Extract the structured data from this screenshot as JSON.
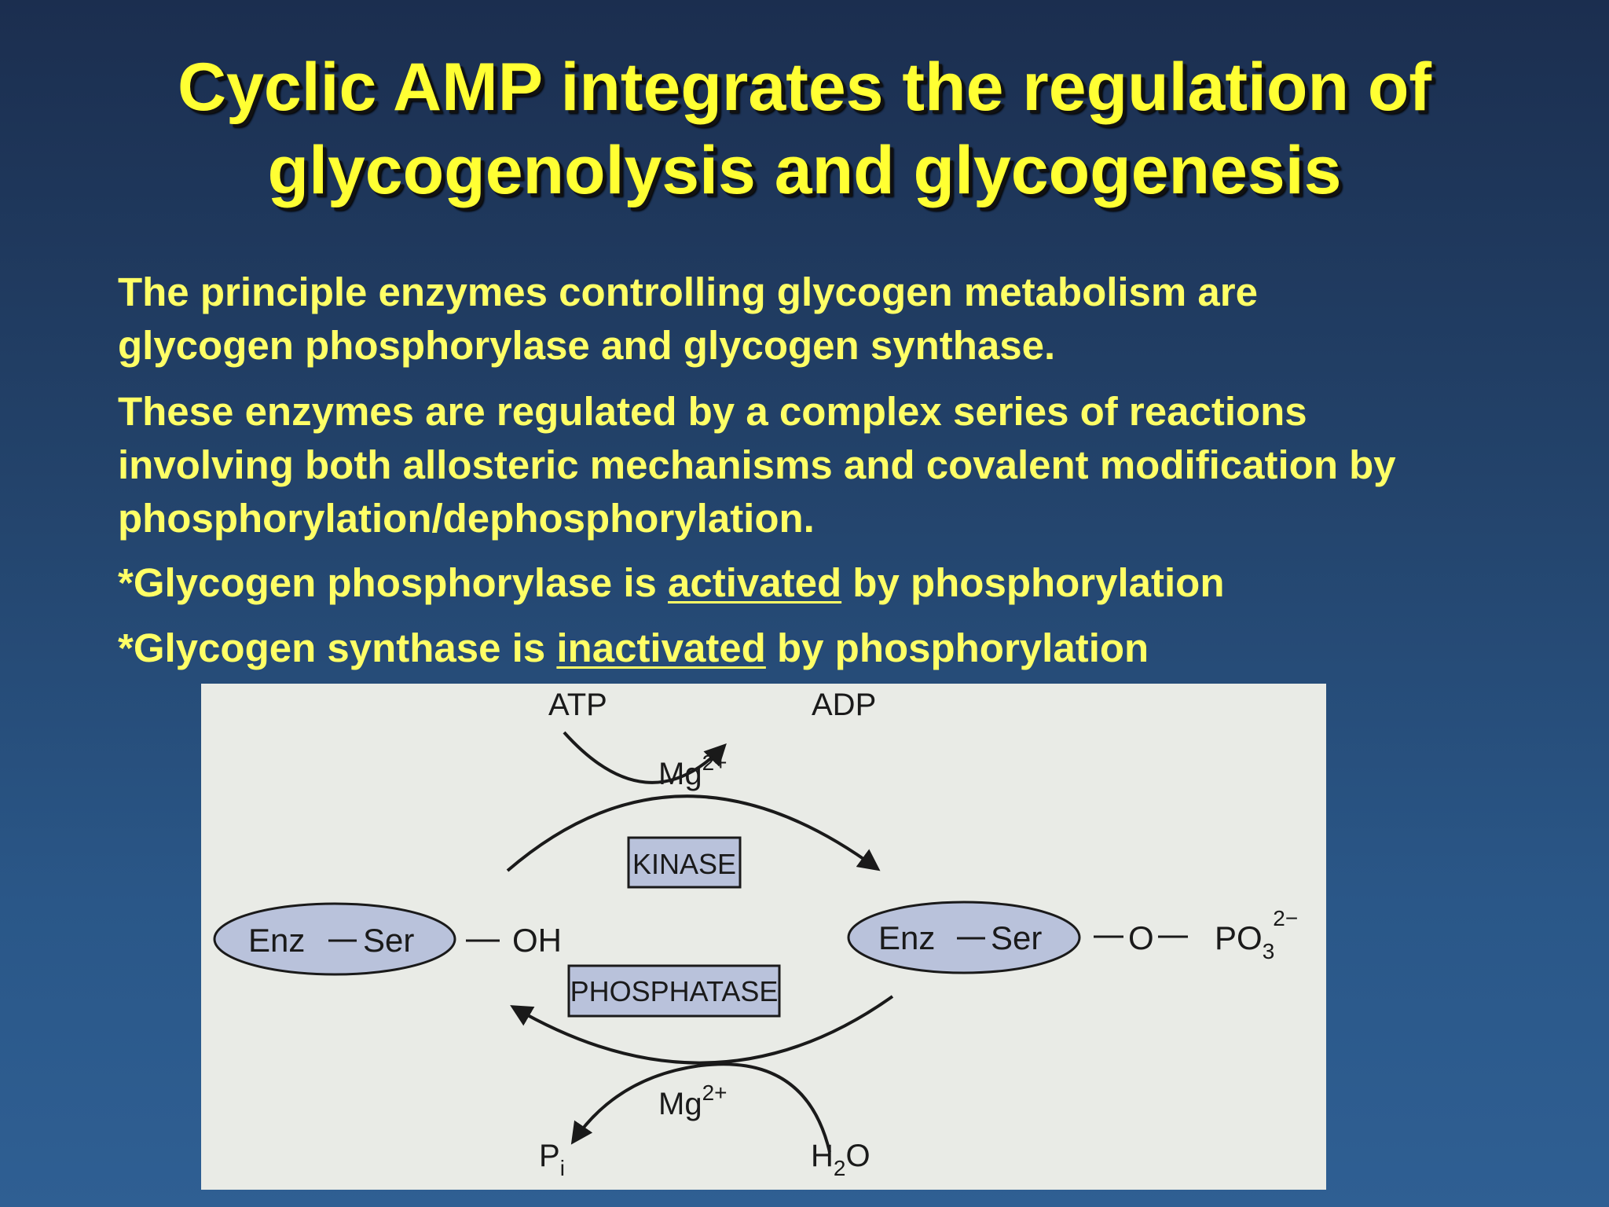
{
  "slide": {
    "title_lines": [
      "Cyclic AMP integrates the regulation of",
      "glycogenolysis and glycogenesis"
    ],
    "paragraph_1_lines": [
      "The principle enzymes controlling glycogen metabolism are",
      "glycogen phosphorylase and glycogen synthase."
    ],
    "paragraph_2_lines": [
      "These enzymes are regulated by a complex series of reactions",
      "involving both allosteric mechanisms and covalent modification by",
      "phosphorylation/dephosphorylation."
    ],
    "bullet_1": {
      "before": "*Glycogen phosphorylase is ",
      "emphasis": "activated",
      "after": " by phosphorylation"
    },
    "bullet_2": {
      "before": "*Glycogen synthase is ",
      "emphasis": "inactivated",
      "after": " by phosphorylation"
    }
  },
  "diagram": {
    "top_left_label": "ATP",
    "top_right_label": "ADP",
    "top_cofactor": "Mg",
    "top_cofactor_charge": "2+",
    "kinase_label": "KINASE",
    "left_enzyme": {
      "enz": "Enz",
      "ser": "Ser"
    },
    "left_group": "OH",
    "right_enzyme": {
      "enz": "Enz",
      "ser": "Ser"
    },
    "right_group": {
      "o": "O",
      "po": "PO",
      "subscript": "3",
      "charge": "2−"
    },
    "phosphatase_label": "PHOSPHATASE",
    "bottom_cofactor": "Mg",
    "bottom_cofactor_charge": "2+",
    "bottom_left_label": {
      "p": "P",
      "subscript": "i"
    },
    "bottom_right_label": {
      "h": "H",
      "subscript": "2",
      "o": "O"
    },
    "colors": {
      "background": "#e9ebe6",
      "ellipse_fill": "#b9c2db",
      "box_fill": "#b9c2db",
      "stroke": "#1a1a1a"
    }
  }
}
